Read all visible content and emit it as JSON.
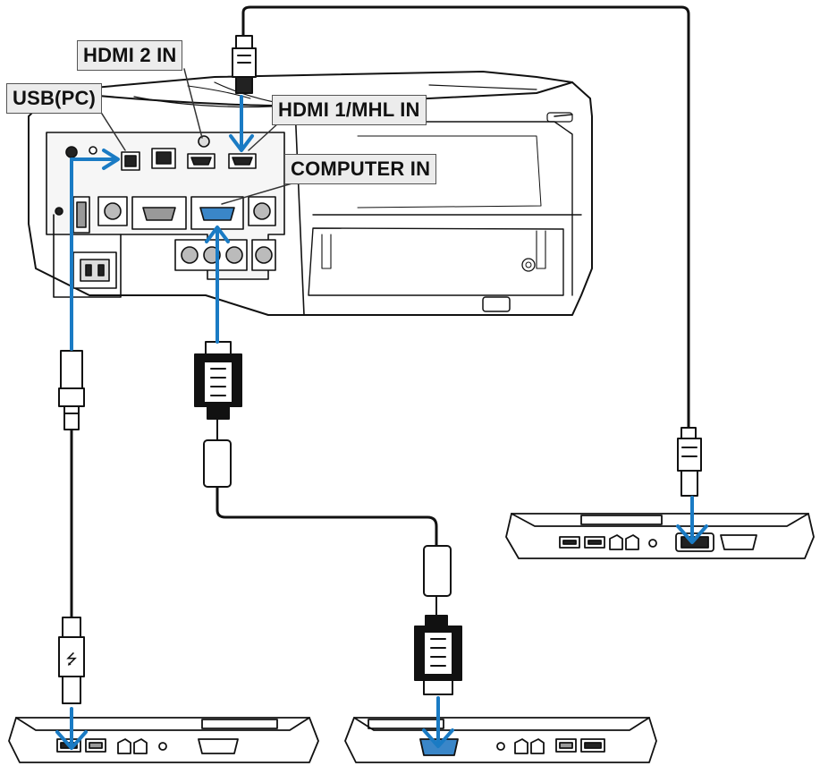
{
  "labels": {
    "hdmi2": "HDMI 2 IN",
    "usb": "USB(PC)",
    "hdmi1": "HDMI 1/MHL IN",
    "computer": "COMPUTER IN"
  },
  "colors": {
    "arrow": "#1a7bc4",
    "line": "#111111",
    "body": "#ffffff",
    "panel": "#f2f2f2",
    "label_bg": "#ececec"
  },
  "icons": {
    "arrow": "down-arrow-icon",
    "usb": "usb-symbol-icon"
  }
}
